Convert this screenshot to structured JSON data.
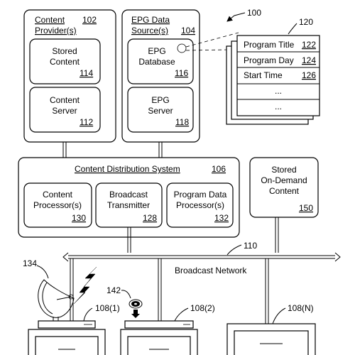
{
  "figure_number": "100",
  "content_provider": {
    "title_line1": "Content",
    "title_line2": "Provider(s)",
    "ref": "102",
    "stored_content": {
      "line1": "Stored",
      "line2": "Content",
      "ref": "114"
    },
    "content_server": {
      "line1": "Content",
      "line2": "Server",
      "ref": "112"
    }
  },
  "epg_source": {
    "title_line1": "EPG Data",
    "title_line2": "Source(s)",
    "ref": "104",
    "epg_database": {
      "line1": "EPG",
      "line2": "Database",
      "ref": "116"
    },
    "epg_server": {
      "line1": "EPG",
      "line2": "Server",
      "ref": "118"
    }
  },
  "epg_records": {
    "ref": "120",
    "rows": [
      {
        "label": "Program Title",
        "ref": "122"
      },
      {
        "label": "Program Day",
        "ref": "124"
      },
      {
        "label": "Start Time",
        "ref": "126"
      },
      {
        "label": "...",
        "ref": ""
      },
      {
        "label": "...",
        "ref": ""
      }
    ]
  },
  "distribution_system": {
    "title": "Content Distribution System",
    "ref": "106",
    "content_processor": {
      "line1": "Content",
      "line2": "Processor(s)",
      "ref": "130"
    },
    "broadcast_transmitter": {
      "line1": "Broadcast",
      "line2": "Transmitter",
      "ref": "128"
    },
    "program_data_processor": {
      "line1": "Program Data",
      "line2": "Processor(s)",
      "ref": "132"
    }
  },
  "on_demand": {
    "line1": "Stored",
    "line2": "On-Demand",
    "line3": "Content",
    "ref": "150"
  },
  "network": {
    "label": "Broadcast Network",
    "ref": "110"
  },
  "satellite_ref": "134",
  "disc_ref": "142",
  "clients": [
    {
      "ref": "108(1)"
    },
    {
      "ref": "108(2)"
    },
    {
      "ref": "108(N)"
    }
  ]
}
